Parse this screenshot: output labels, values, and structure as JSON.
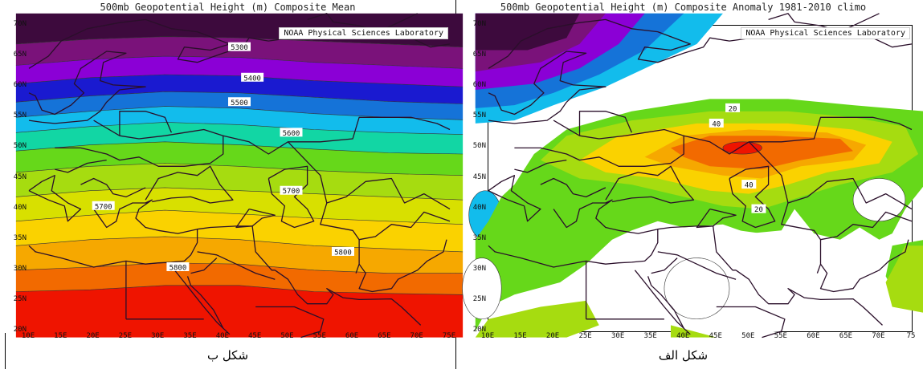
{
  "panels": [
    {
      "id": "left",
      "title": "500mb Geopotential Height (m) Composite Mean",
      "credit": "NOAA Physical Sciences Laboratory",
      "caption": "شکل ب",
      "contour_labels": [
        {
          "text": "5300",
          "lon": 42.5,
          "lat": 66.5
        },
        {
          "text": "5400",
          "lon": 44.5,
          "lat": 61.5
        },
        {
          "text": "5500",
          "lon": 42.5,
          "lat": 57.5
        },
        {
          "text": "5600",
          "lon": 50.5,
          "lat": 52.5
        },
        {
          "text": "5700",
          "lon": 21.5,
          "lat": 40.5
        },
        {
          "text": "5700",
          "lon": 50.5,
          "lat": 43.0
        },
        {
          "text": "5800",
          "lon": 58.5,
          "lat": 33.0
        },
        {
          "text": "5800",
          "lon": 33.0,
          "lat": 30.5
        }
      ],
      "bands": [
        {
          "color": "#3d0a3d",
          "top": [
            72,
            72,
            72,
            72,
            72,
            72,
            72
          ],
          "bottom": [
            67,
            67.8,
            68.2,
            68,
            67.5,
            67,
            66.5
          ]
        },
        {
          "color": "#7a127a",
          "top": [
            67,
            67.8,
            68.2,
            68,
            67.5,
            67,
            66.5
          ],
          "bottom": [
            63.5,
            64.5,
            65,
            64.8,
            64,
            63.5,
            63
          ]
        },
        {
          "color": "#8b00d6",
          "top": [
            63.5,
            64.5,
            65,
            64.8,
            64,
            63.5,
            63
          ],
          "bottom": [
            60.5,
            61.5,
            62,
            61.8,
            61,
            60.5,
            60
          ]
        },
        {
          "color": "#1a1ad0",
          "top": [
            60.5,
            61.5,
            62,
            61.8,
            61,
            60.5,
            60
          ],
          "bottom": [
            57.5,
            58.5,
            59.2,
            59,
            58.3,
            57.6,
            57.2
          ]
        },
        {
          "color": "#1573d8",
          "top": [
            57.5,
            58.5,
            59.2,
            59,
            58.3,
            57.6,
            57.2
          ],
          "bottom": [
            55,
            56,
            56.8,
            56.5,
            55.6,
            55,
            54.6
          ]
        },
        {
          "color": "#12bcec",
          "top": [
            55,
            56,
            56.8,
            56.5,
            55.6,
            55,
            54.6
          ],
          "bottom": [
            52.5,
            53.5,
            54.2,
            53.8,
            53,
            52.5,
            52.2
          ]
        },
        {
          "color": "#12d6a4",
          "top": [
            52.5,
            53.5,
            54.2,
            53.8,
            53,
            52.5,
            52.2
          ],
          "bottom": [
            49.5,
            50.5,
            51,
            50.5,
            49.8,
            49.2,
            49
          ]
        },
        {
          "color": "#66d81a",
          "top": [
            49.5,
            50.5,
            51,
            50.5,
            49.8,
            49.2,
            49
          ],
          "bottom": [
            46,
            47,
            47.5,
            47,
            46.3,
            45.8,
            45.5
          ]
        },
        {
          "color": "#a6dc10",
          "top": [
            46,
            47,
            47.5,
            47,
            46.3,
            45.8,
            45.5
          ],
          "bottom": [
            42,
            43,
            43.5,
            43,
            42.5,
            42,
            41.5
          ]
        },
        {
          "color": "#d8e000",
          "top": [
            42,
            43,
            43.5,
            43,
            42.5,
            42,
            41.5
          ],
          "bottom": [
            38,
            39,
            39.8,
            39.2,
            38.5,
            38,
            37.5
          ]
        },
        {
          "color": "#fad200",
          "top": [
            38,
            39,
            39.8,
            39.2,
            38.5,
            38,
            37.5
          ],
          "bottom": [
            34,
            35,
            35.5,
            35,
            34,
            33.5,
            33
          ]
        },
        {
          "color": "#f6a800",
          "top": [
            34,
            35,
            35.5,
            35,
            34,
            33.5,
            33
          ],
          "bottom": [
            30,
            30.5,
            31.2,
            31,
            30,
            29.5,
            29.5
          ]
        },
        {
          "color": "#f26a00",
          "top": [
            30,
            30.5,
            31.2,
            31,
            30,
            29.5,
            29.5
          ],
          "bottom": [
            26.5,
            26.8,
            27.5,
            27.5,
            26.5,
            26.2,
            26
          ]
        },
        {
          "color": "#ef1400",
          "top": [
            26.5,
            26.8,
            27.5,
            27.5,
            26.5,
            26.2,
            26
          ],
          "bottom": [
            19,
            19,
            19,
            19,
            19,
            19,
            19
          ]
        }
      ]
    },
    {
      "id": "right",
      "title": "500mb Geopotential Height (m) Composite Anomaly 1981-2010 climo",
      "credit": "NOAA Physical Sciences Laboratory",
      "caption": "شکل الف",
      "contour_labels": [
        {
          "text": "20",
          "lon": 47.5,
          "lat": 56.5
        },
        {
          "text": "40",
          "lon": 45.0,
          "lat": 54.0
        },
        {
          "text": "40",
          "lon": 50.0,
          "lat": 44.0
        },
        {
          "text": "20",
          "lon": 51.5,
          "lat": 40.0
        }
      ]
    }
  ],
  "axes": {
    "y_ticks": [
      "70N",
      "65N",
      "60N",
      "55N",
      "50N",
      "45N",
      "40N",
      "35N",
      "30N",
      "25N",
      "20N"
    ],
    "x_ticks_left": [
      "10E",
      "15E",
      "20E",
      "25E",
      "30E",
      "35E",
      "40E",
      "45E",
      "50E",
      "55E",
      "60E",
      "65E",
      "70E",
      "75E"
    ],
    "x_ticks_right": [
      "10E",
      "15E",
      "20E",
      "25E",
      "30E",
      "35E",
      "40E",
      "45E",
      "50E",
      "55E",
      "60E",
      "65E",
      "70E",
      "75"
    ],
    "lon_range": [
      10,
      75
    ],
    "lat_range": [
      20,
      70
    ]
  },
  "colors": {
    "anom_white": "#ffffff",
    "anom_green": "#66d81a",
    "anom_lime": "#a6dc10",
    "anom_yellow": "#fad200",
    "anom_orange1": "#f6a800",
    "anom_orange2": "#f26a00",
    "anom_red": "#ef1400",
    "anom_cyan": "#12bcec",
    "anom_blue": "#1573d8",
    "anom_purple": "#8b00d6",
    "anom_magenta": "#7a127a",
    "anom_dark": "#3d0a3d"
  }
}
